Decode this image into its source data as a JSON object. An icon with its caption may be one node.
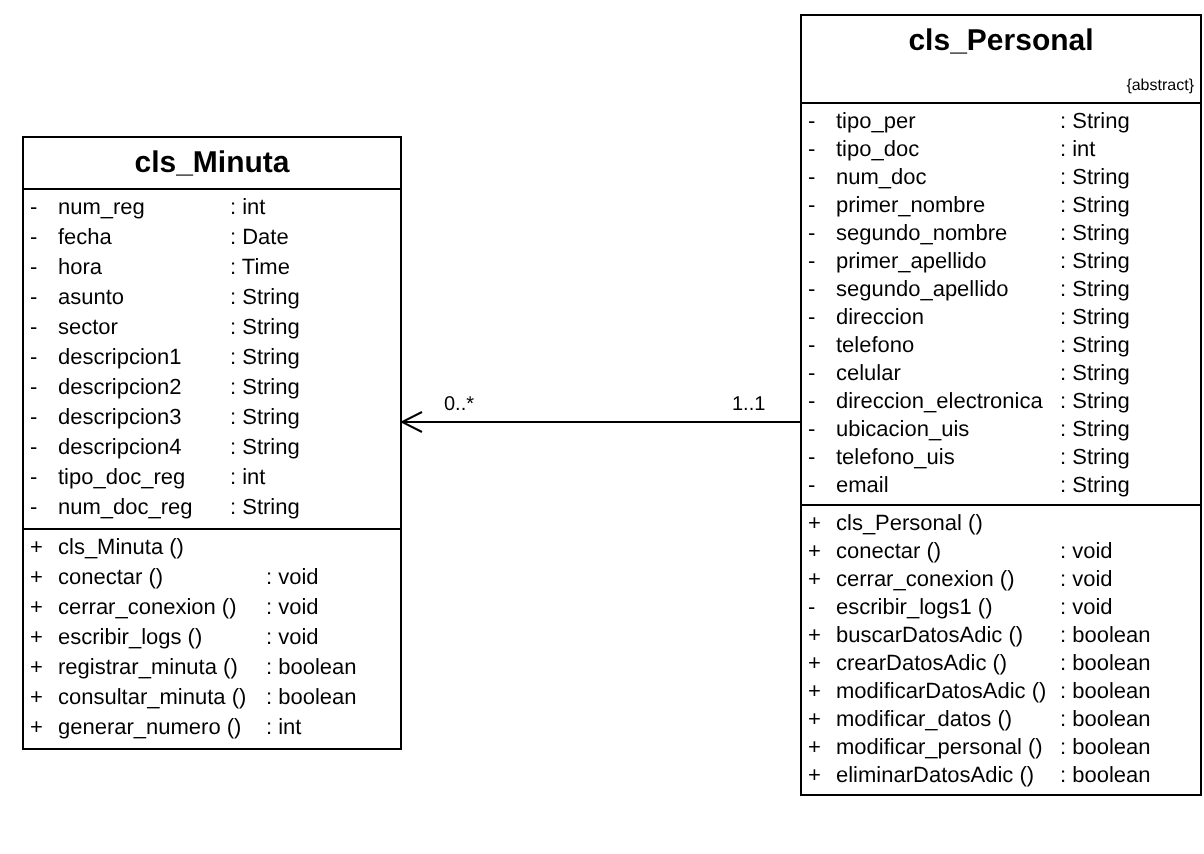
{
  "diagram": {
    "nodes": [
      {
        "text": [
          "cls_Minuta"
        ]
      },
      {
        "text": [],
        "shape": "box",
        "in": 0
      },
      {
        "text": [
          "-",
          "num_reg",
          ": int"
        ],
        "in": 1
      },
      {
        "text": [
          "-",
          "fecha",
          ": Date"
        ],
        "in": 1
      },
      {
        "text": [
          "-",
          "hora",
          ": Time"
        ],
        "in": 1
      },
      {
        "text": [
          "-",
          "asunto",
          ": String"
        ],
        "in": 1
      },
      {
        "text": [
          "-",
          "sector",
          ": String"
        ],
        "in": 1
      },
      {
        "text": [
          "-",
          "descripcion1",
          ": String"
        ],
        "in": 1
      },
      {
        "text": [
          "-",
          "descripcion2",
          ": String"
        ],
        "in": 1
      },
      {
        "text": [
          "-",
          "descripcion3",
          ": String"
        ],
        "in": 1
      },
      {
        "text": [
          "-",
          "descripcion4",
          ": String"
        ],
        "in": 1
      },
      {
        "text": [
          "-",
          "tipo_doc_reg",
          ": int"
        ],
        "in": 1
      },
      {
        "text": [
          "-",
          "num_doc_reg",
          ": String"
        ],
        "in": 1
      },
      {
        "text": [],
        "shape": "box",
        "in": 0
      },
      {
        "text": [
          "+",
          "cls_Minuta ()"
        ],
        "in": 13
      },
      {
        "text": [
          "+",
          "conectar ()",
          ": void"
        ],
        "in": 13
      },
      {
        "text": [
          "+",
          "cerrar_conexion ()",
          ": void"
        ],
        "in": 13
      },
      {
        "text": [
          "+",
          "escribir_logs ()",
          ": void"
        ],
        "in": 13
      },
      {
        "text": [
          "+",
          "registrar_minuta ()",
          ": boolean"
        ],
        "in": 13
      },
      {
        "text": [
          "+",
          "consultar_minuta ()",
          ": boolean"
        ],
        "in": 13
      },
      {
        "text": [
          "+",
          "generar_numero ()",
          ": int"
        ],
        "in": 13
      },
      {
        "text": [
          "cls_Personal",
          "{abstract}"
        ]
      },
      {
        "text": [],
        "shape": "box",
        "in": 21
      },
      {
        "text": [
          "-",
          "tipo_per",
          ": String"
        ],
        "in": 22
      },
      {
        "text": [
          "-",
          "tipo_doc",
          ": int"
        ],
        "in": 22
      },
      {
        "text": [
          "-",
          "num_doc",
          ": String"
        ],
        "in": 22
      },
      {
        "text": [
          "-",
          "primer_nombre",
          ": String"
        ],
        "in": 22
      },
      {
        "text": [
          "-",
          "segundo_nombre",
          ": String"
        ],
        "in": 22
      },
      {
        "text": [
          "-",
          "primer_apellido",
          ": String"
        ],
        "in": 22
      },
      {
        "text": [
          "-",
          "segundo_apellido",
          ": String"
        ],
        "in": 22
      },
      {
        "text": [
          "-",
          "direccion",
          ": String"
        ],
        "in": 22
      },
      {
        "text": [
          "-",
          "telefono",
          ": String"
        ],
        "in": 22
      },
      {
        "text": [
          "-",
          "celular",
          ": String"
        ],
        "in": 22
      },
      {
        "text": [
          "-",
          "direccion_electronica",
          ": String"
        ],
        "in": 22
      },
      {
        "text": [
          "-",
          "ubicacion_uis",
          ": String"
        ],
        "in": 22
      },
      {
        "text": [
          "-",
          "telefono_uis",
          ": String"
        ],
        "in": 22
      },
      {
        "text": [
          "-",
          "email",
          ": String"
        ],
        "in": 22
      },
      {
        "text": [],
        "shape": "box",
        "in": 21
      },
      {
        "text": [
          "+",
          "cls_Personal ()"
        ],
        "in": 37
      },
      {
        "text": [
          "+",
          "conectar ()",
          ": void"
        ],
        "in": 37
      },
      {
        "text": [
          "+",
          "cerrar_conexion ()",
          ": void"
        ],
        "in": 37
      },
      {
        "text": [
          "-",
          "escribir_logs1 ()",
          ": void"
        ],
        "in": 37
      },
      {
        "text": [
          "+",
          "buscarDatosAdic ()",
          ": boolean"
        ],
        "in": 37
      },
      {
        "text": [
          "+",
          "crearDatosAdic ()",
          ": boolean"
        ],
        "in": 37
      },
      {
        "text": [
          "+",
          "modificarDatosAdic ()",
          ": boolean"
        ],
        "in": 37
      },
      {
        "text": [
          "+",
          "modificar_datos ()",
          ": boolean"
        ],
        "in": 37
      },
      {
        "text": [
          "+",
          "modificar_personal ()",
          ": boolean"
        ],
        "in": 37
      },
      {
        "text": [
          "+",
          "eliminarDatosAdic ()",
          ": boolean"
        ],
        "in": 37
      }
    ],
    "edges": [
      {
        "from": 21,
        "to": 0,
        "arrow": "to"
      }
    ],
    "labels": [
      "0..*",
      "1..1"
    ]
  }
}
